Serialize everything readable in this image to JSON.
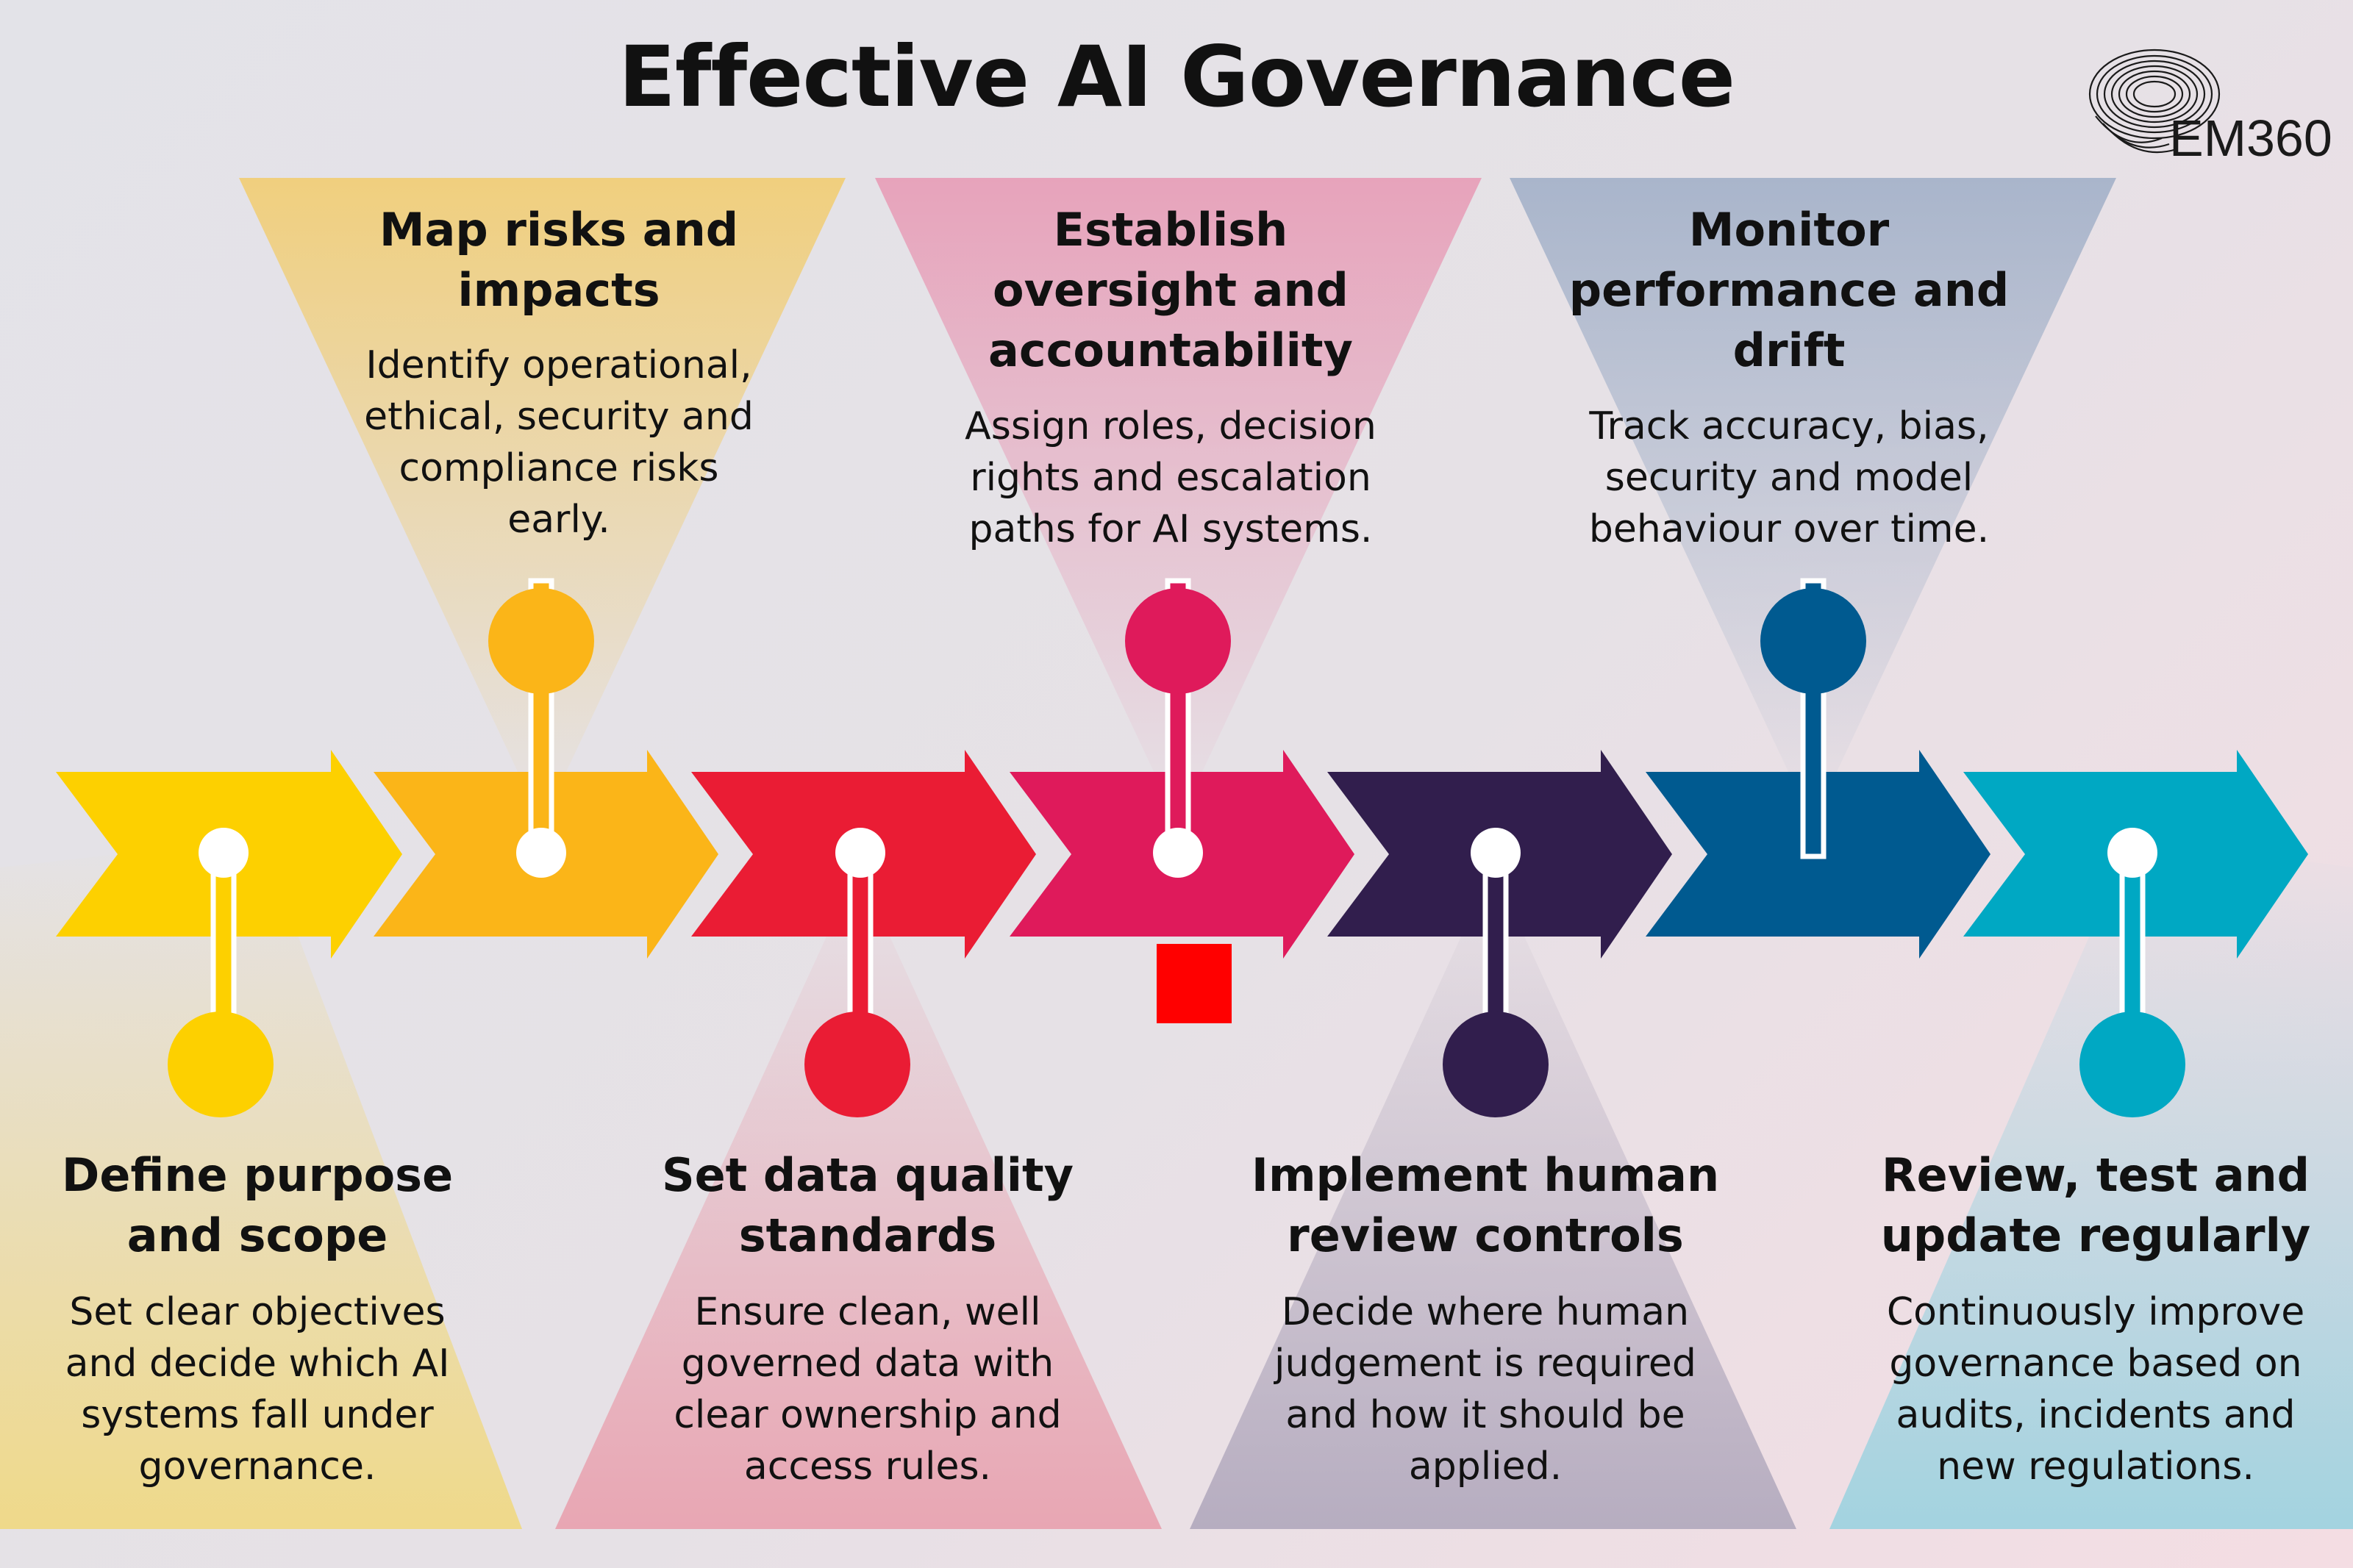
{
  "title": "Effective AI Governance",
  "logo": {
    "text": "EM360"
  },
  "steps": [
    {
      "id": "define",
      "title": "Define purpose\nand scope",
      "description": "Set clear objectives\nand decide which AI\nsystems fall under\ngovernance.",
      "color": "#fdd000",
      "position": "bottom"
    },
    {
      "id": "map",
      "title": "Map risks and\nimpacts",
      "description": "Identify operational,\nethical, security and\ncompliance risks\nearly.",
      "color": "#fbb518",
      "position": "top"
    },
    {
      "id": "data",
      "title": "Set data quality\nstandards",
      "description": "Ensure clean, well\ngoverned data with\nclear ownership and\naccess rules.",
      "color": "#ea1c34",
      "position": "bottom"
    },
    {
      "id": "oversight",
      "title": "Establish\noversight and\naccountability",
      "description": "Assign roles, decision\nrights and escalation\npaths for AI systems.",
      "color": "#df1a5b",
      "position": "top"
    },
    {
      "id": "human",
      "title": "Implement human\nreview controls",
      "description": "Decide where human\njudgement is required\nand how it should be\napplied.",
      "color": "#311e4d",
      "position": "bottom"
    },
    {
      "id": "monitor",
      "title": "Monitor\nperformance and\ndrift",
      "description": "Track accuracy, bias,\nsecurity and model\nbehaviour over time.",
      "color": "#005a90",
      "position": "top"
    },
    {
      "id": "review",
      "title": "Review, test and\nupdate regularly",
      "description": "Continuously improve\ngovernance based on\naudits, incidents and\nnew regulations.",
      "color": "#00a8c3",
      "position": "bottom"
    }
  ]
}
